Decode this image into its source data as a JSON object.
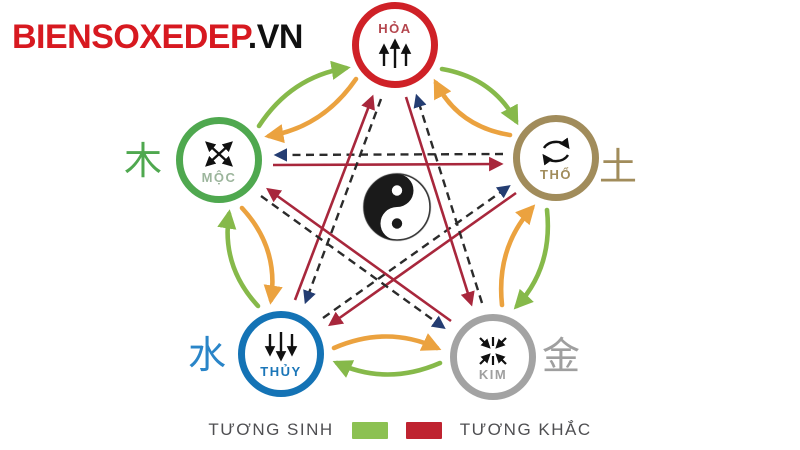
{
  "logo": {
    "brand": "BIENSOXEDEP",
    "tld": ".VN"
  },
  "elements": {
    "hoa": {
      "label": "HỎA",
      "color": "#cf2127",
      "label_color": "#b4454d",
      "icon": "three-up-arrows-icon"
    },
    "moc": {
      "label": "MỘC",
      "color": "#4fa84f",
      "label_color": "#9cb59c",
      "hanzi": "木",
      "hanzi_color": "#4fa84f",
      "icon": "four-outward-arrows-icon"
    },
    "tho": {
      "label": "THỔ",
      "color": "#a18c5b",
      "label_color": "#a18c5b",
      "hanzi": "土",
      "hanzi_color": "#a18c5b",
      "icon": "cycle-arrows-icon"
    },
    "thuy": {
      "label": "THỦY",
      "color": "#1473b5",
      "label_color": "#1b76b8",
      "hanzi": "水",
      "hanzi_color": "#2a85c8",
      "icon": "three-down-arrows-icon"
    },
    "kim": {
      "label": "KIM",
      "color": "#a3a3a3",
      "label_color": "#9f9f9f",
      "hanzi": "金",
      "hanzi_color": "#9f9f9f",
      "icon": "converging-arrows-icon"
    }
  },
  "center": {
    "symbol": "yin-yang"
  },
  "legend": {
    "sinh_label": "TƯƠNG SINH",
    "sinh_color": "#8cc152",
    "khac_label": "TƯƠNG KHẮC",
    "khac_color": "#bf2330"
  },
  "colors": {
    "sinh_green_arrow": "#86b94a",
    "sinh_orange_arrow": "#eba23f",
    "khac_red_arrow": "#a8273c",
    "khac_navy_arrowhead": "#243d72",
    "khac_dashed_line": "#2b2b2b"
  },
  "relations": {
    "tuong_sinh": [
      "MỘC → HỎA",
      "HỎA → THỔ",
      "THỔ → KIM",
      "KIM → THỦY",
      "THỦY → MỘC"
    ],
    "tuong_khac": [
      "MỘC → THỔ",
      "THỔ → THỦY",
      "THỦY → HỎA",
      "HỎA → KIM",
      "KIM → MỘC"
    ]
  }
}
